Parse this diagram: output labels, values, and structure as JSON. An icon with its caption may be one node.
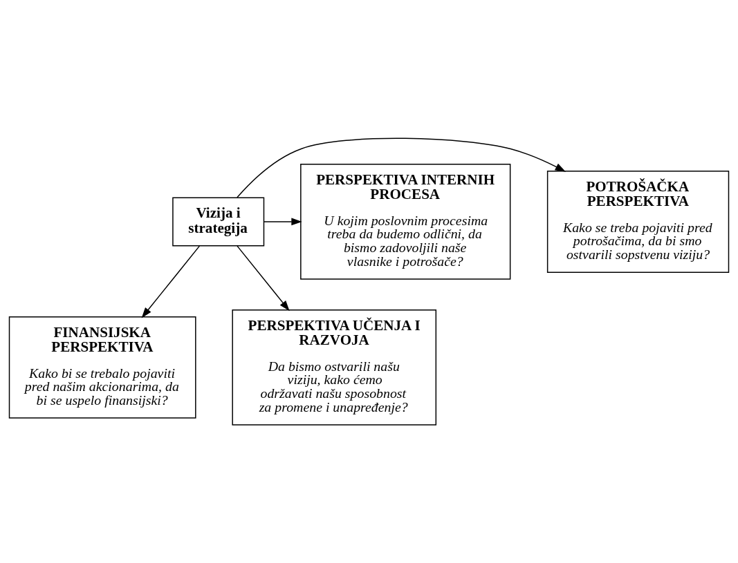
{
  "diagram": {
    "nodes": [
      {
        "text": [
          "FINANSIJSKA PERSPEKTIVA",
          "Kako bi se trebalo pojaviti pred našim akcionarima, da bi se uspelo finansijski?"
        ]
      },
      {
        "text": [
          "POTROŠAČKA PERSPEKTIVA",
          "Kako se treba pojaviti pred potrošačima, da bi smo ostvarili sopstvenu viziju?"
        ]
      },
      {
        "text": [
          "Vizija i strategija"
        ]
      },
      {
        "text": [
          "PERSPEKTIVA INTERNIH PROCESA",
          "U kojim poslovnim procesima treba da budemo odlični, da bismo zadovoljili naše vlasnike i potrošače?"
        ]
      },
      {
        "text": [
          "PERSPEKTIVA UČENJA I RAZVOJA",
          "Da bismo ostvarili našu viziju, kako ćemo održavati našu sposobnost za promene i unapređenje?"
        ]
      }
    ],
    "edges": [
      {
        "from": 2,
        "to": 0,
        "arrow": "to"
      },
      {
        "from": 2,
        "to": 1,
        "arrow": "to"
      },
      {
        "from": 2,
        "to": 3,
        "arrow": "to"
      },
      {
        "from": 2,
        "to": 4,
        "arrow": "to"
      }
    ]
  }
}
